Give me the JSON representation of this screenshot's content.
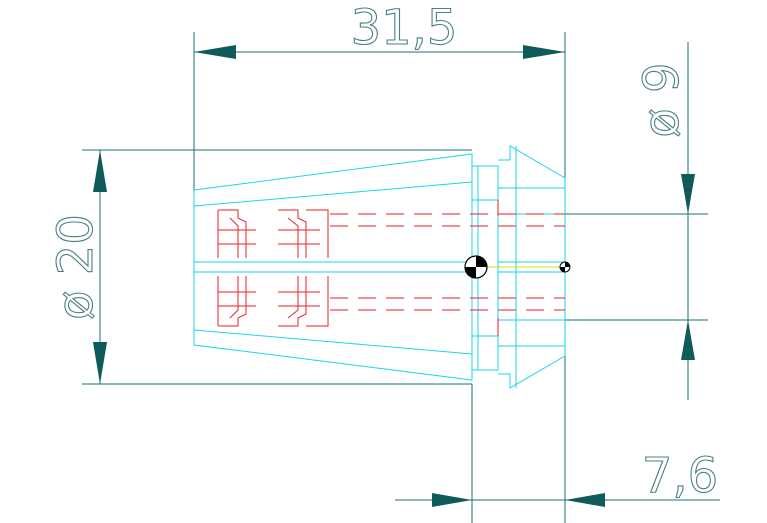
{
  "dimensions": {
    "length": "31,5",
    "outer_diameter": "ø 20",
    "bore_diameter": "ø 9",
    "offset": "7,6"
  },
  "colors": {
    "outline": "#19d6ea",
    "hidden": "#e8202a",
    "dimension": "#1e6f73",
    "arrow": "#0f5a5a",
    "text": "#4a7f82",
    "centerline": "#e6d21a"
  }
}
